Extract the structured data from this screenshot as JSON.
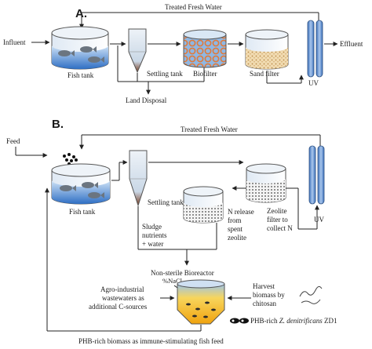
{
  "panel_a": {
    "letter": "A.",
    "influent": "Influent",
    "effluent": "Effluent",
    "treated_water": "Treated Fresh Water",
    "fish_tank": "Fish tank",
    "settling_tank": "Settling tank",
    "biofilter": "Biofilter",
    "sand_filter": "Sand filter",
    "uv": "UV",
    "land_disposal": "Land Disposal"
  },
  "panel_b": {
    "letter": "B.",
    "feed": "Feed",
    "treated_water": "Treated Fresh Water",
    "fish_tank": "Fish tank",
    "settling_tank": "Settling tank",
    "uv": "UV",
    "zeolite_1": "Zeolite",
    "zeolite_2": "filter to",
    "zeolite_3": "collect N",
    "n_release_1": "N release",
    "n_release_2": "from",
    "n_release_3": "spent",
    "n_release_4": "zeolite",
    "sludge_1": "Sludge",
    "sludge_2": "nutrients",
    "sludge_3": "+ water",
    "bioreactor": "Non-sterile Bioreactor",
    "agro_1": "Agro-industrial",
    "agro_2": "wastewaters as",
    "agro_3": "additional C-sources",
    "nacl": "%NaCl",
    "harvest_1": "Harvest",
    "harvest_2": "biomass by",
    "harvest_3": "chitosan",
    "phb_prefix": "PHB-rich ",
    "phb_species": "Z. denitrificans",
    "phb_strain": " ZD1",
    "bottom": "PHB-rich biomass as immune-stimulating fish feed"
  },
  "colors": {
    "line": "#222222",
    "water": "#4f8fd6",
    "water_light": "#cfe3f7",
    "uv_fill": "#6f9ed8",
    "sludge": "#7a3c1e",
    "sand": "#e9cfa1",
    "bioreactor_liquid": "#f2b21d"
  }
}
